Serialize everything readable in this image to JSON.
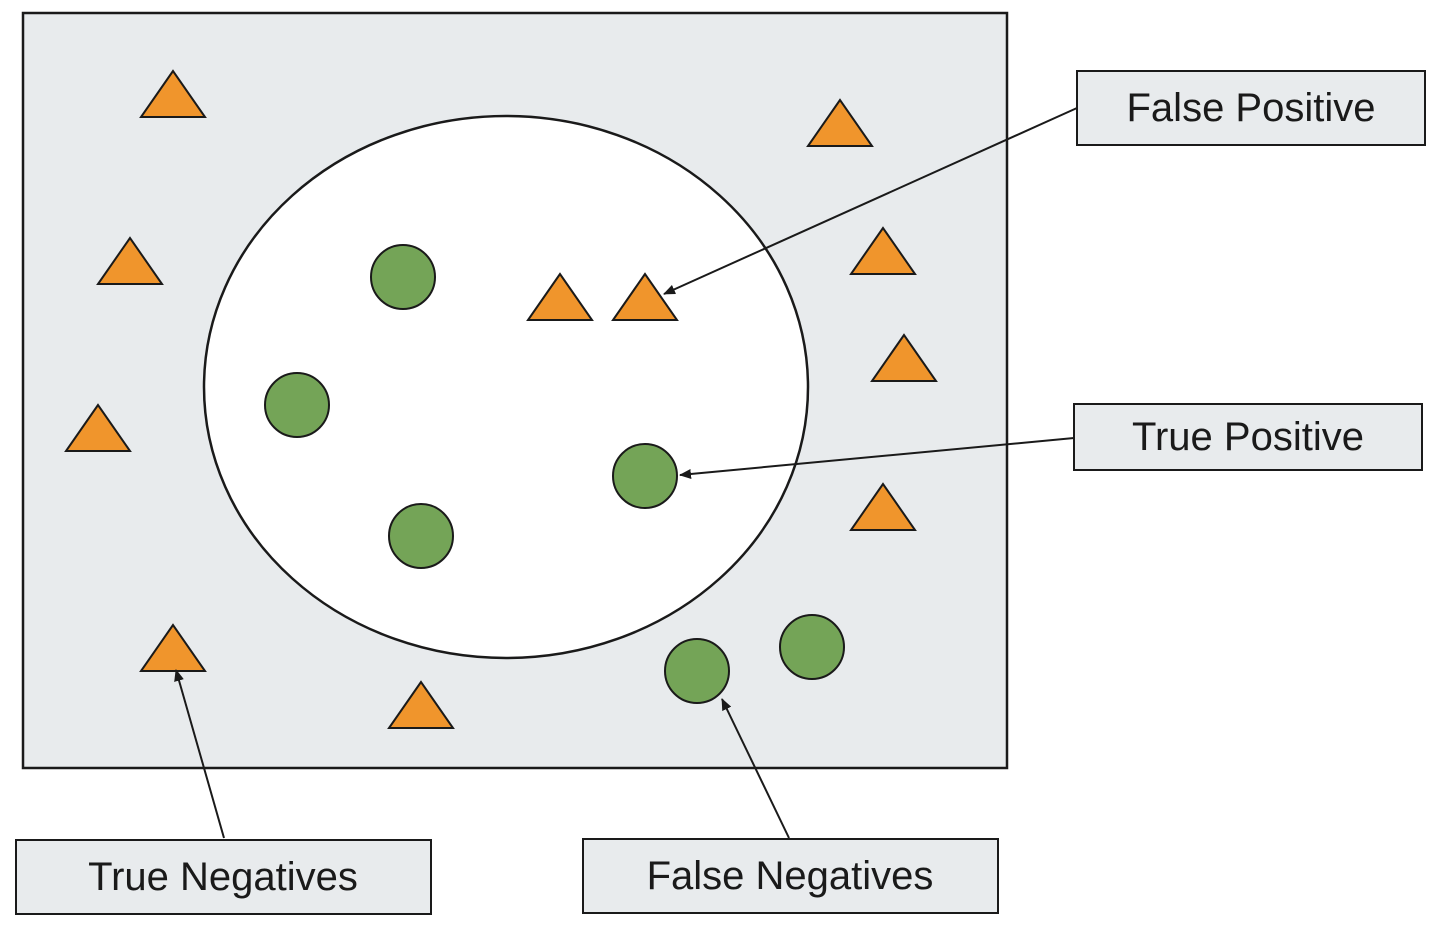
{
  "colors": {
    "region_fill": "#e8ebed",
    "circle_fill": "#ffffff",
    "triangle_fill": "#f0952c",
    "dot_fill": "#74a457",
    "outline": "#1a1a1a",
    "label_fill": "#e8ebed"
  },
  "labels": {
    "false_positive": "False Positive",
    "true_positive": "True Positive",
    "true_negatives": "True Negatives",
    "false_negatives": "False Negatives"
  },
  "shapes": {
    "triangle": "triangle-icon",
    "dot": "circle-icon"
  }
}
